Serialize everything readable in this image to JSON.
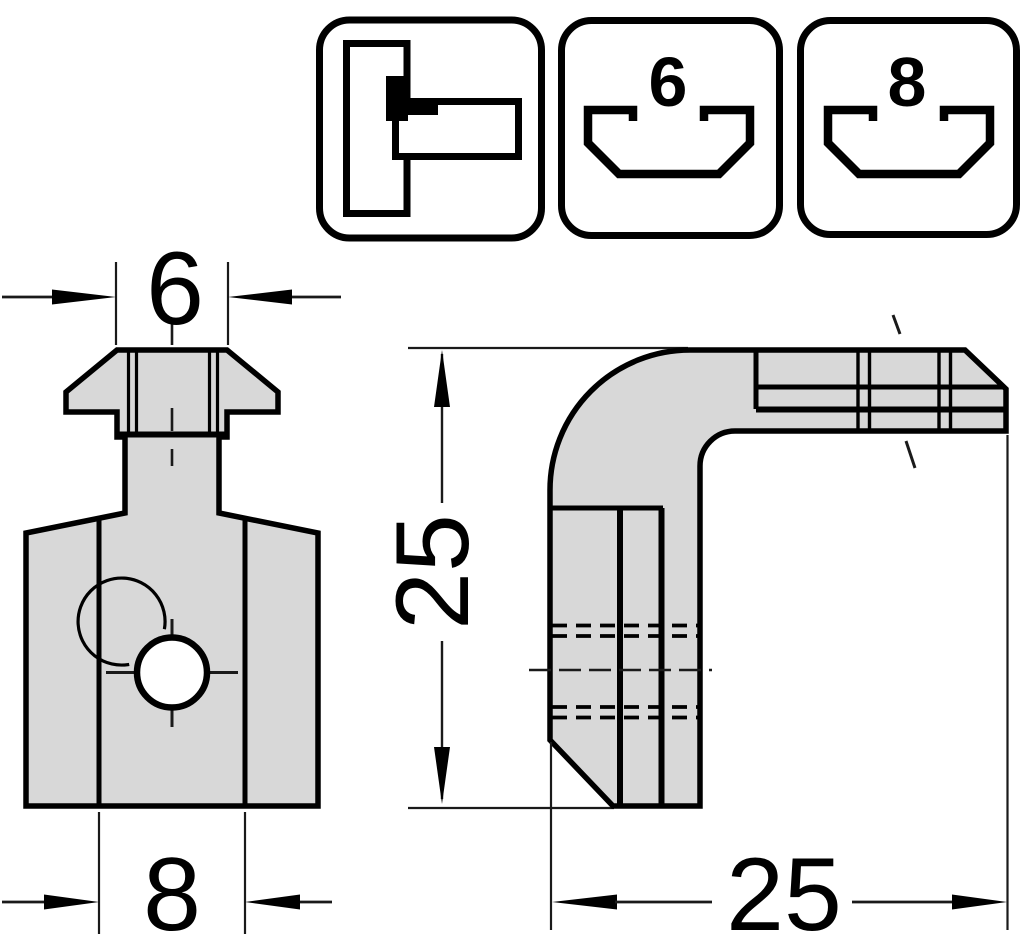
{
  "drawing": {
    "title": "angle-bracket-technical-drawing",
    "colors": {
      "background": "#ffffff",
      "line": "#000000",
      "part_fill": "#d8d8d8",
      "hole_fill": "#ffffff"
    },
    "icons": {
      "slot6": {
        "label": "6"
      },
      "slot8": {
        "label": "8"
      }
    },
    "front_view": {
      "width_top": "6",
      "width_bottom": "8"
    },
    "side_view": {
      "height": "25",
      "length": "25"
    }
  }
}
